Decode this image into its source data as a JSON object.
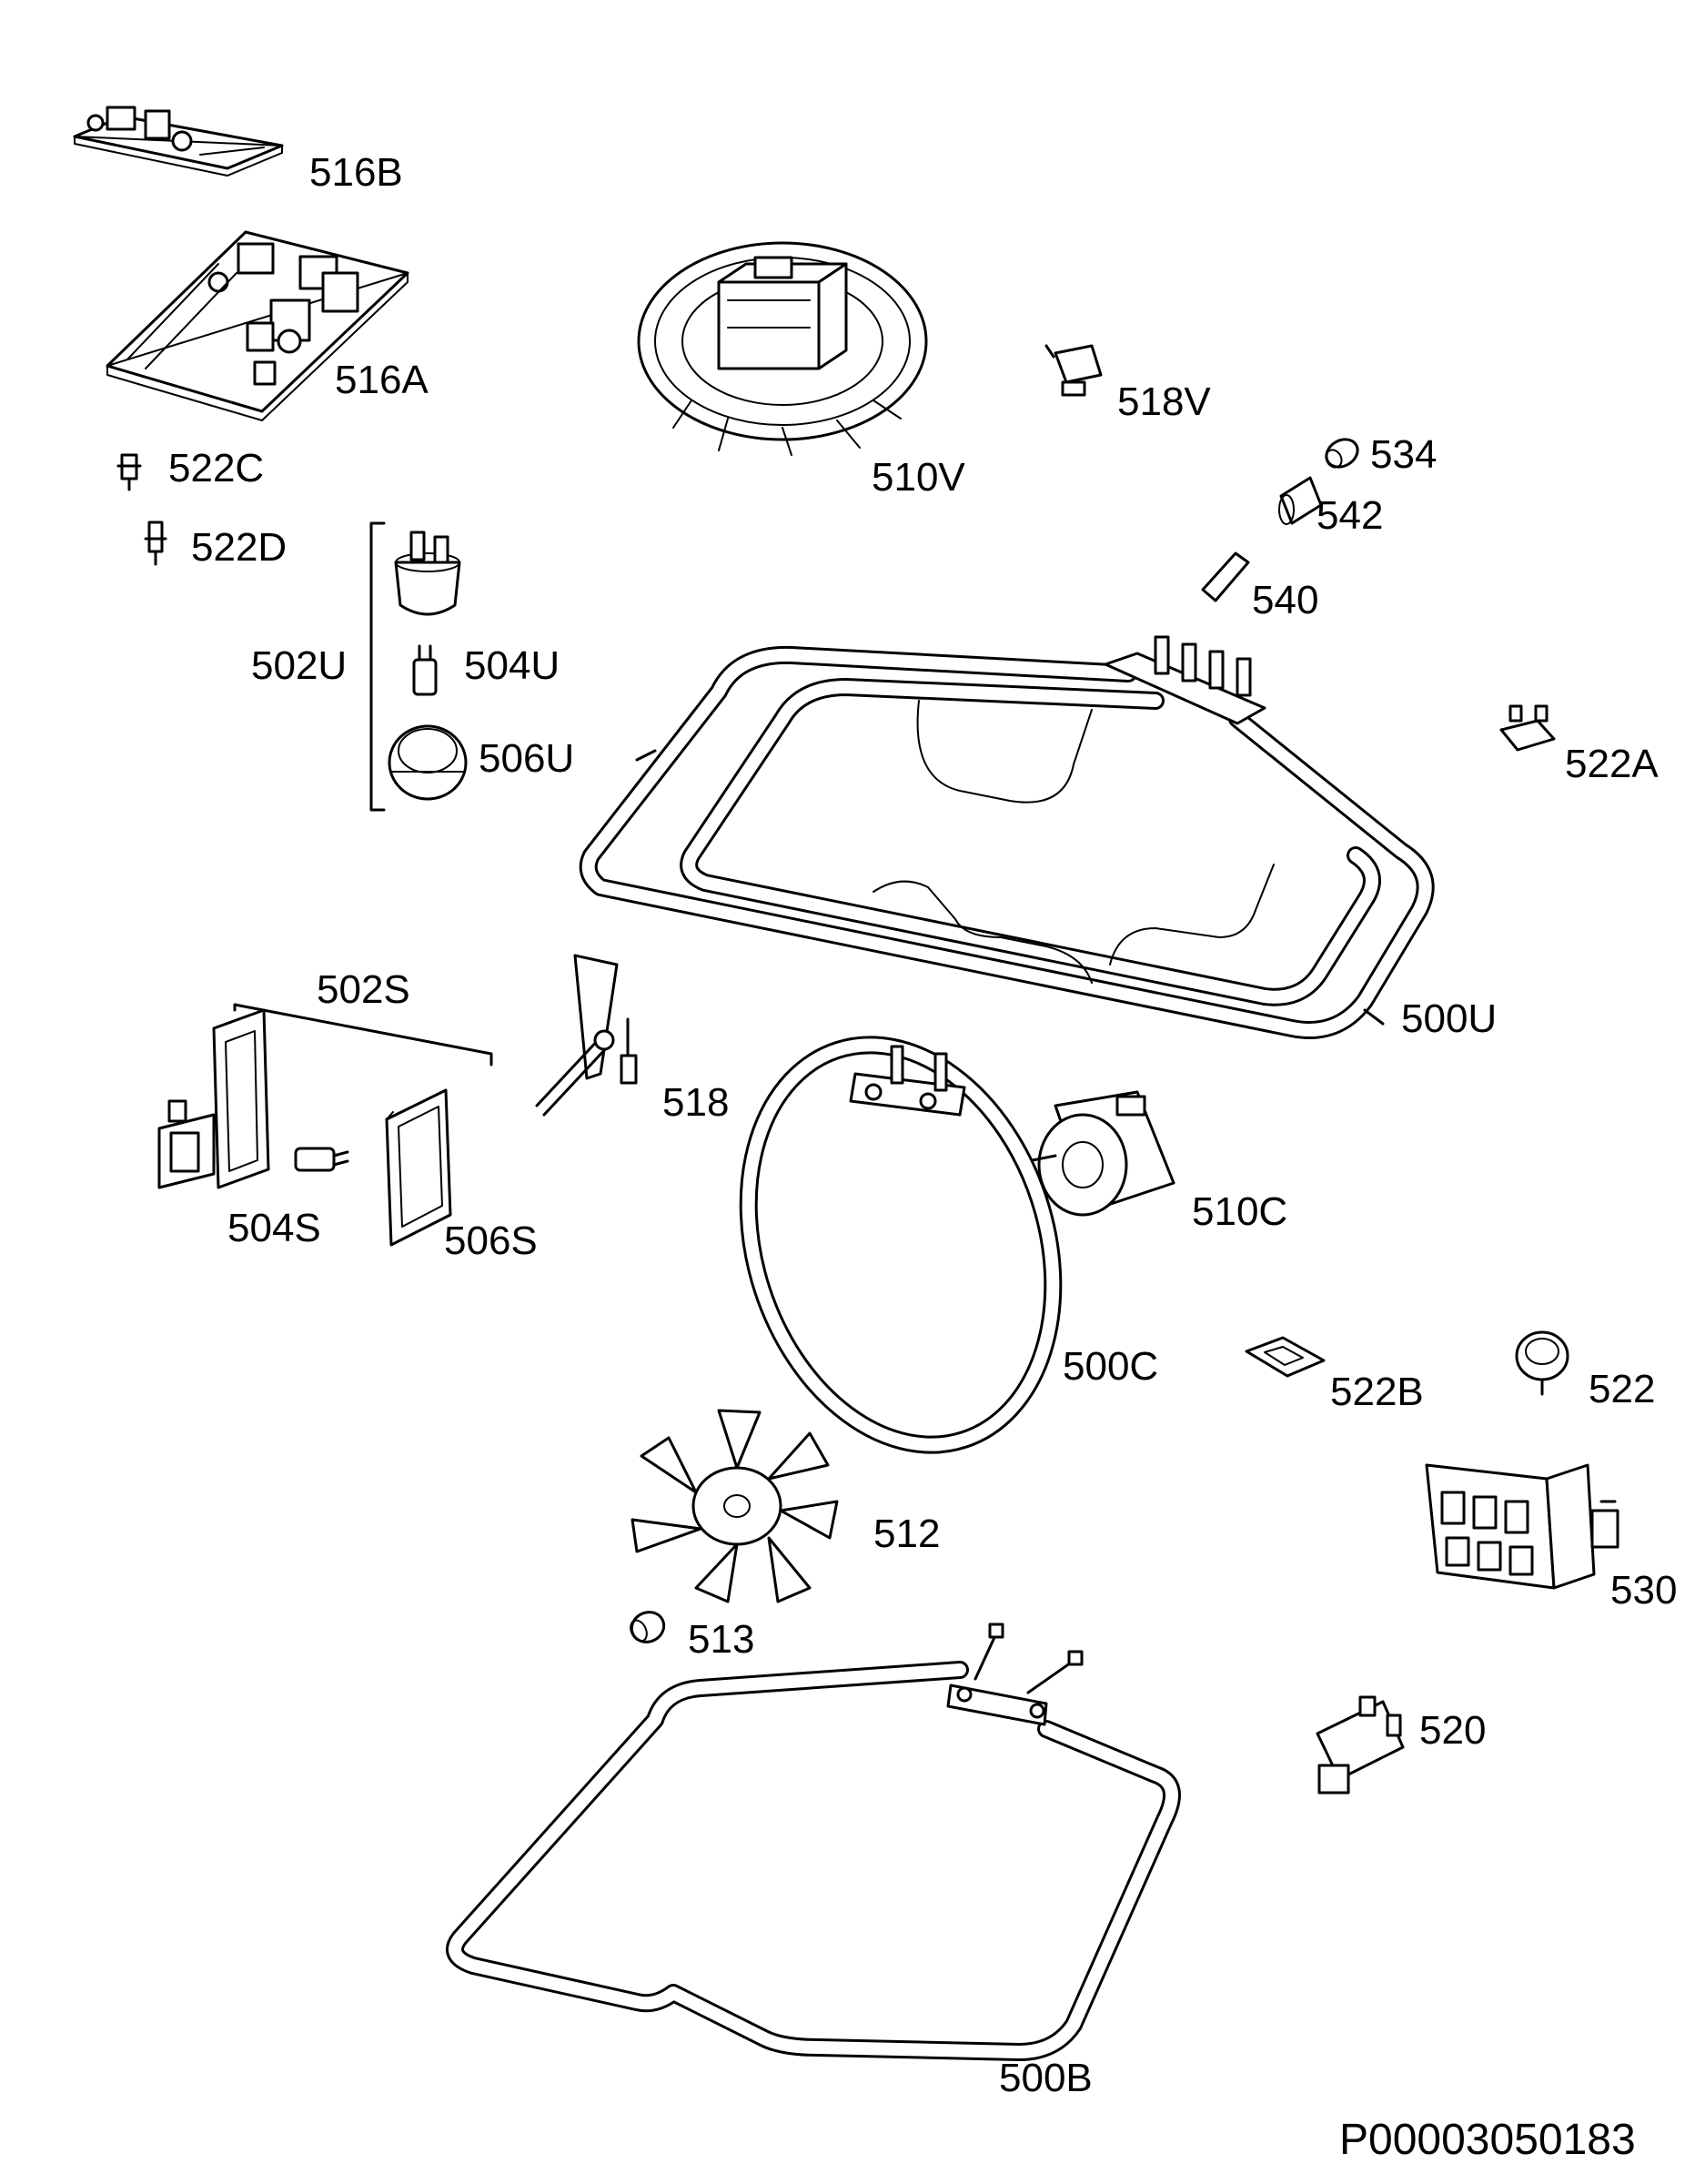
{
  "parts": [
    {
      "id": "516B"
    },
    {
      "id": "516A"
    },
    {
      "id": "522C"
    },
    {
      "id": "522D"
    },
    {
      "id": "510V"
    },
    {
      "id": "518V"
    },
    {
      "id": "534"
    },
    {
      "id": "542"
    },
    {
      "id": "540"
    },
    {
      "id": "502U"
    },
    {
      "id": "504U"
    },
    {
      "id": "506U"
    },
    {
      "id": "522A"
    },
    {
      "id": "500U"
    },
    {
      "id": "502S"
    },
    {
      "id": "518"
    },
    {
      "id": "504S"
    },
    {
      "id": "506S"
    },
    {
      "id": "510C"
    },
    {
      "id": "500C"
    },
    {
      "id": "522B"
    },
    {
      "id": "522"
    },
    {
      "id": "512"
    },
    {
      "id": "530"
    },
    {
      "id": "513"
    },
    {
      "id": "520"
    },
    {
      "id": "500B"
    }
  ],
  "drawing_code": "P00003050183"
}
